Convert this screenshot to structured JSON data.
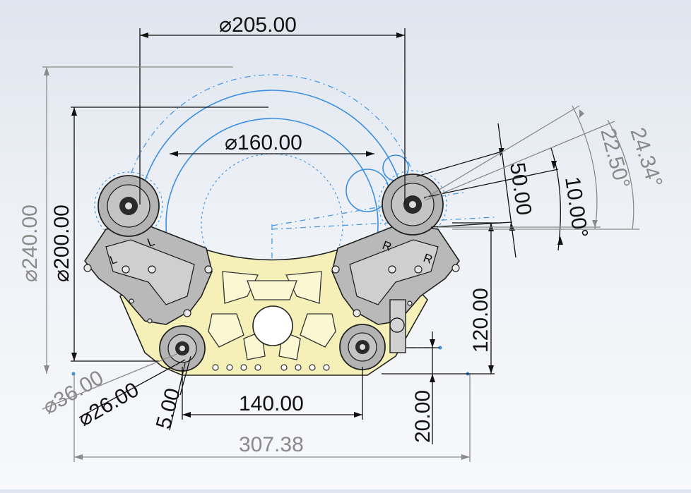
{
  "drawing": {
    "dimensions": {
      "dia_205": "⌀205.00",
      "dia_160": "⌀160.00",
      "dia_240": "⌀240.00",
      "dia_200": "⌀200.00",
      "dia_36": "⌀36.00",
      "dia_26": "⌀26.00",
      "len_5": "5.00",
      "len_140": "140.00",
      "len_307": "307.38",
      "len_120": "120.00",
      "len_20": "20.00",
      "len_50": "50.00",
      "ang_10": "10.00°",
      "ang_22": "22.50°",
      "ang_24": "24.34°"
    },
    "part_marks": {
      "left_1": "L",
      "left_2": "L",
      "right_1": "R",
      "right_2": "R"
    },
    "colors": {
      "body_fill": "#f4f0b8",
      "plate_fill": "#b9b9b9",
      "sketch": "#3a8fe0",
      "dimension_black": "#111111",
      "dimension_gray": "#8a8a8a"
    }
  }
}
